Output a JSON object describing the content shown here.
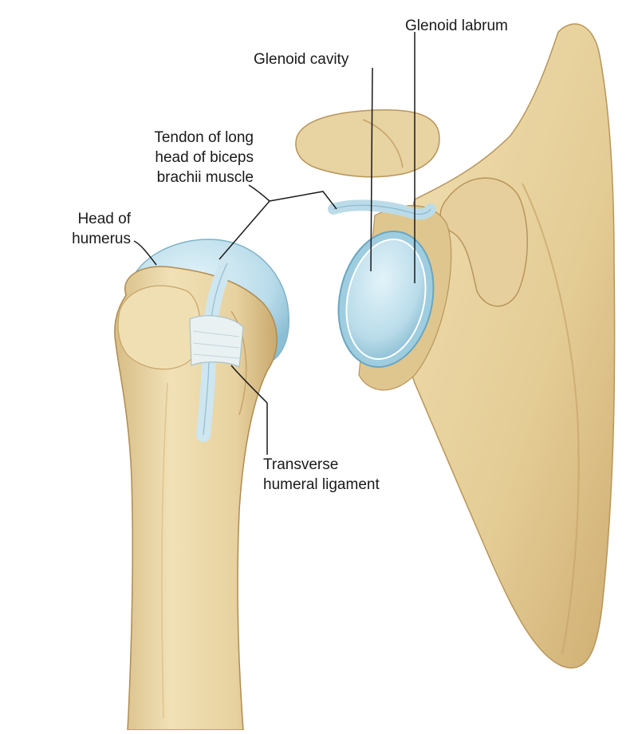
{
  "diagram": {
    "labels": {
      "glenoid_labrum": [
        "Glenoid labrum"
      ],
      "glenoid_cavity": [
        "Glenoid cavity"
      ],
      "biceps_tendon": [
        "Tendon of long",
        "head of biceps",
        "brachii muscle"
      ],
      "head_of_humerus": [
        "Head of",
        "humerus"
      ],
      "transverse_ligament": [
        "Transverse",
        "humeral ligament"
      ]
    },
    "colors": {
      "bone": "#ead6a6",
      "bone_shadow": "#cfb27a",
      "cartilage": "#bfe0ec",
      "cartilage_edge": "#8fbfd3",
      "leader": "#1a1a1a"
    }
  }
}
